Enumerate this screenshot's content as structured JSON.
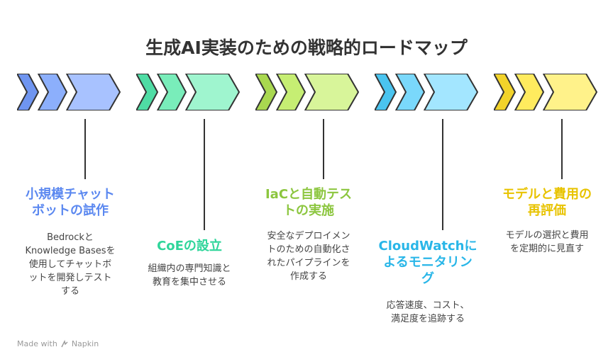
{
  "title": "生成AI実装のための戦略的ロードマップ",
  "stages": [
    {
      "heading_lines": [
        "小規模チャット",
        "ボットの試作"
      ],
      "desc_lines": [
        "Bedrockと",
        "Knowledge Basesを",
        "使用してチャットボ",
        "ットを開発しテスト",
        "する"
      ],
      "color": "#5b88f0",
      "light": "#a8c2ff",
      "mid": "#8caffc",
      "dark": "#6f95f0"
    },
    {
      "heading_lines": [
        "CoEの設立"
      ],
      "desc_lines": [
        "組織内の専門知識と",
        "教育を集中させる"
      ],
      "color": "#2fd59a",
      "light": "#9ff5cf",
      "mid": "#79edba",
      "dark": "#4fdca4"
    },
    {
      "heading_lines": [
        "IaCと自動テス",
        "トの実施"
      ],
      "desc_lines": [
        "安全なデプロイメン",
        "トのための自動化さ",
        "れたパイプラインを",
        "作成する"
      ],
      "color": "#8cc63f",
      "light": "#d8f59a",
      "mid": "#c6ee73",
      "dark": "#a9d850"
    },
    {
      "heading_lines": [
        "CloudWatchに",
        "よるモニタリン",
        "グ"
      ],
      "desc_lines": [
        "応答速度、コスト、",
        "満足度を追跡する"
      ],
      "color": "#29b6e8",
      "light": "#a3e6ff",
      "mid": "#7ad8fb",
      "dark": "#4ac4ef"
    },
    {
      "heading_lines": [
        "モデルと費用の",
        "再評価"
      ],
      "desc_lines": [
        "モデルの選択と費用",
        "を定期的に見直す"
      ],
      "color": "#e8c300",
      "light": "#fff28a",
      "mid": "#ffeb5e",
      "dark": "#f2d32a"
    }
  ],
  "footer": {
    "made_with": "Made with",
    "brand": "Napkin",
    "icon": "napkin-logo-icon"
  }
}
